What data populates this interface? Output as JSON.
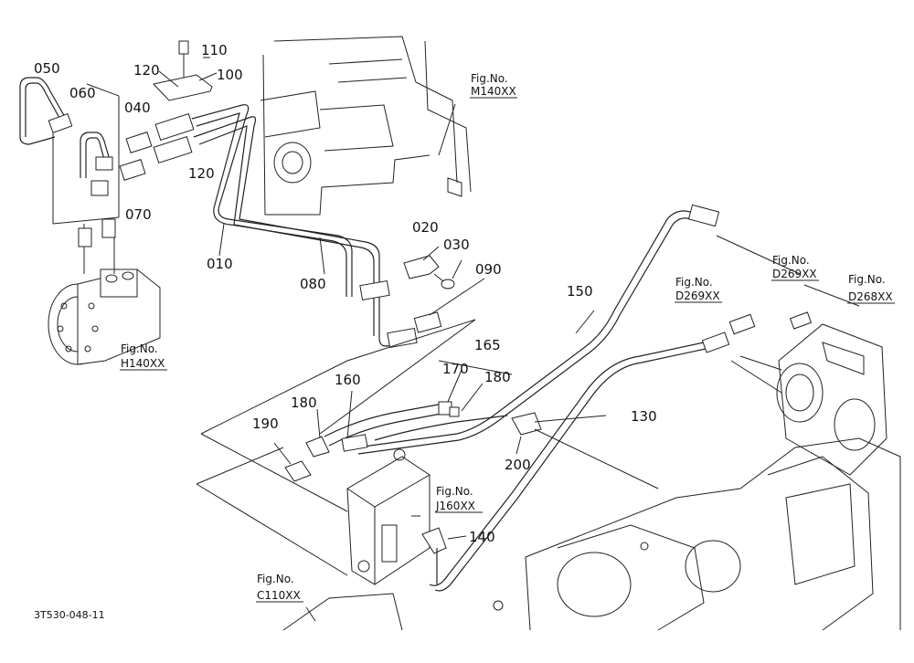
{
  "drawing_code": "3T530-048-11",
  "part_labels": [
    {
      "id": "110",
      "text": "110"
    },
    {
      "id": "100",
      "text": "100"
    },
    {
      "id": "120a",
      "text": "120"
    },
    {
      "id": "120b",
      "text": "120"
    },
    {
      "id": "050",
      "text": "050"
    },
    {
      "id": "060",
      "text": "060"
    },
    {
      "id": "040",
      "text": "040"
    },
    {
      "id": "070",
      "text": "070"
    },
    {
      "id": "010",
      "text": "010"
    },
    {
      "id": "080",
      "text": "080"
    },
    {
      "id": "020",
      "text": "020"
    },
    {
      "id": "030",
      "text": "030"
    },
    {
      "id": "090",
      "text": "090"
    },
    {
      "id": "150",
      "text": "150"
    },
    {
      "id": "165",
      "text": "165"
    },
    {
      "id": "170",
      "text": "170"
    },
    {
      "id": "180a",
      "text": "180"
    },
    {
      "id": "160",
      "text": "160"
    },
    {
      "id": "180b",
      "text": "180"
    },
    {
      "id": "190",
      "text": "190"
    },
    {
      "id": "130",
      "text": "130"
    },
    {
      "id": "200",
      "text": "200"
    },
    {
      "id": "140",
      "text": "140"
    }
  ],
  "figure_refs": [
    {
      "id": "m140",
      "prefix": "Fig.No.",
      "code": "M140XX"
    },
    {
      "id": "h140",
      "prefix": "Fig.No.",
      "code": "H140XX"
    },
    {
      "id": "d269a",
      "prefix": "Fig.No.",
      "code": "D269XX"
    },
    {
      "id": "d269b",
      "prefix": "Fig.No.",
      "code": "D269XX"
    },
    {
      "id": "d268",
      "prefix": "Fig.No.",
      "code": "D268XX"
    },
    {
      "id": "j160",
      "prefix": "Fig.No.",
      "code": "J160XX"
    },
    {
      "id": "c110",
      "prefix": "Fig.No.",
      "code": "C110XX"
    }
  ]
}
